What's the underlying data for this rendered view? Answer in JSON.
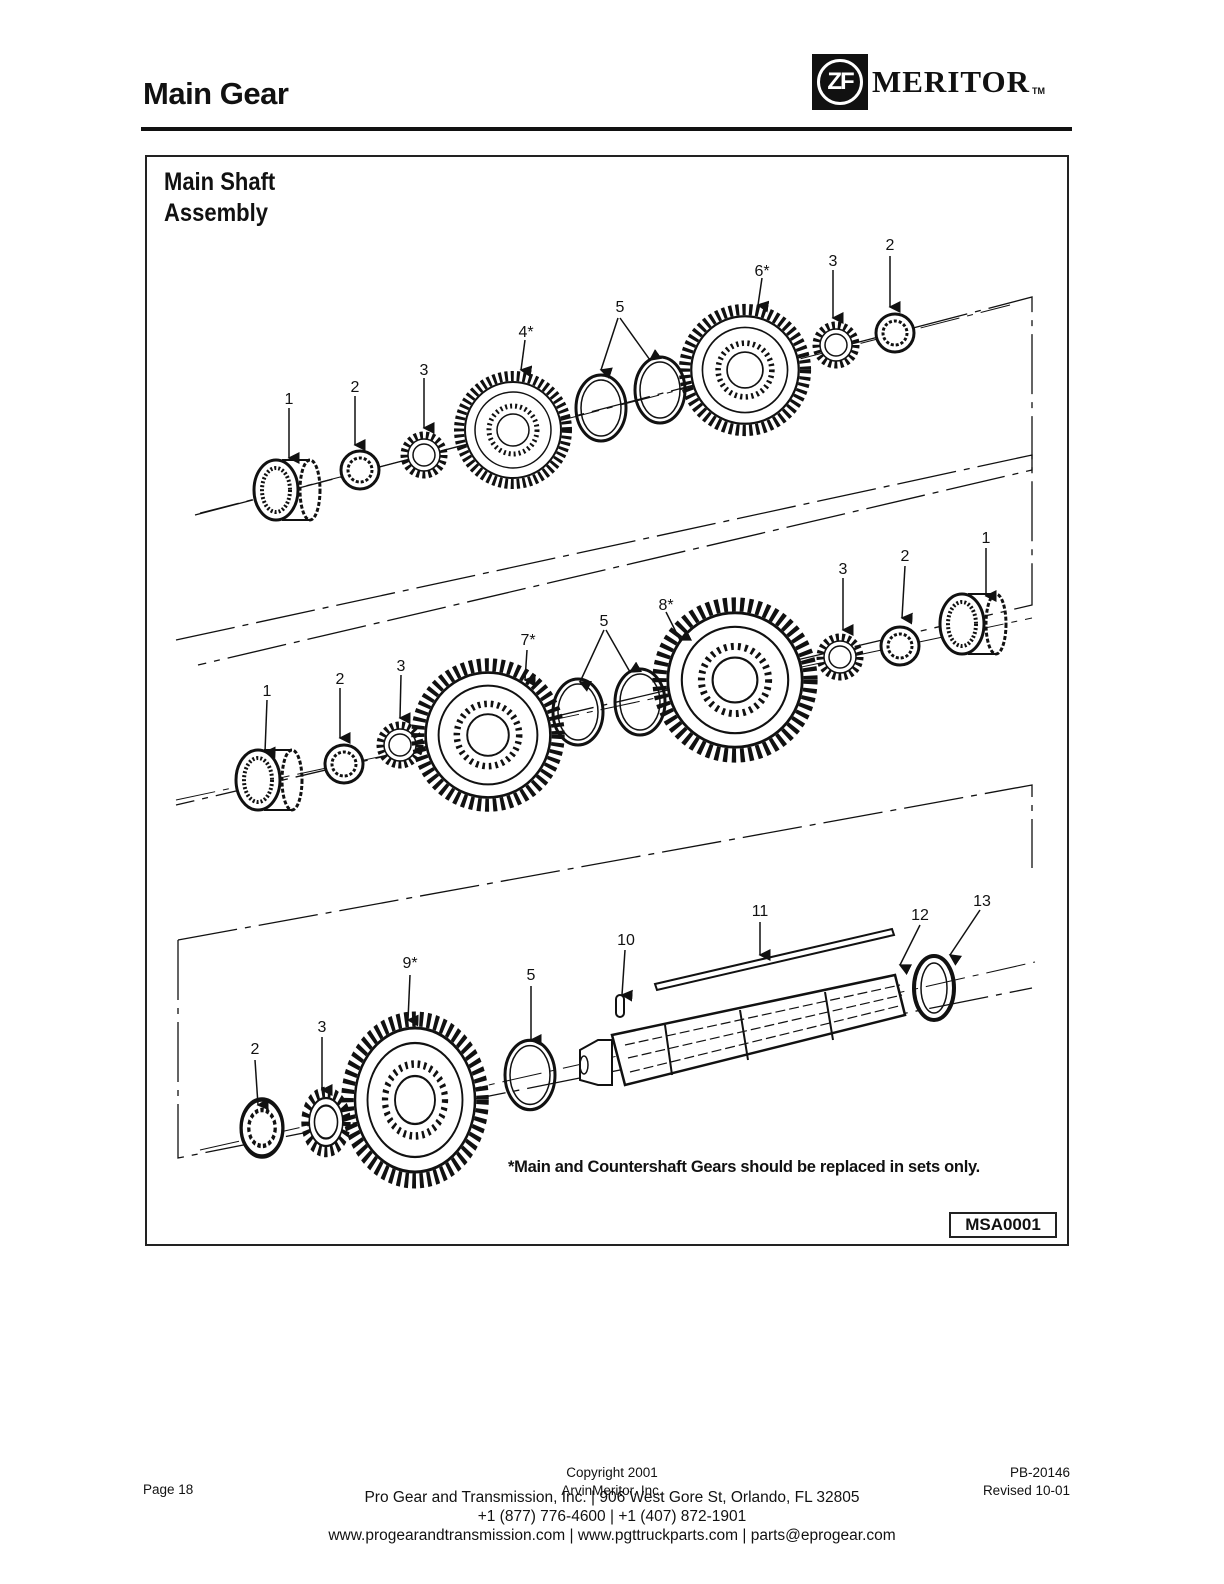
{
  "header": {
    "title": "Main Gear",
    "logo_badge": "ZF",
    "logo_word": "MERITOR",
    "logo_tm": "TM"
  },
  "figure": {
    "title_line1": "Main Shaft",
    "title_line2": "Assembly",
    "note": "*Main and Countershaft Gears should be replaced in sets only.",
    "code": "MSA0001",
    "callouts": {
      "r1_1": "1",
      "r1_2": "2",
      "r1_3": "3",
      "r1_4": "4*",
      "r1_5": "5",
      "r1_6": "6*",
      "r1_7": "3",
      "r1_8": "2",
      "r2_1": "1",
      "r2_2": "2",
      "r2_3": "3",
      "r2_4": "7*",
      "r2_5": "5",
      "r2_6": "8*",
      "r2_7": "3",
      "r2_8": "2",
      "r2_9": "1",
      "r3_1": "2",
      "r3_2": "3",
      "r3_3": "9*",
      "r3_4": "5",
      "r3_5": "10",
      "r3_6": "11",
      "r3_7": "12",
      "r3_8": "13"
    }
  },
  "footer": {
    "page": "Page 18",
    "copyright_line1": "Copyright 2001",
    "copyright_line2": "ArvinMeritor, Inc.",
    "doc_number": "PB-20146",
    "revision": "Revised 10-01",
    "dealer_line1": "Pro Gear and Transmission, Inc. | 906 West Gore St, Orlando, FL  32805",
    "dealer_line2": "+1 (877) 776-4600 | +1 (407) 872-1901",
    "dealer_line3": "www.progearandtransmission.com | www.pgttruckparts.com | parts@eprogear.com"
  }
}
